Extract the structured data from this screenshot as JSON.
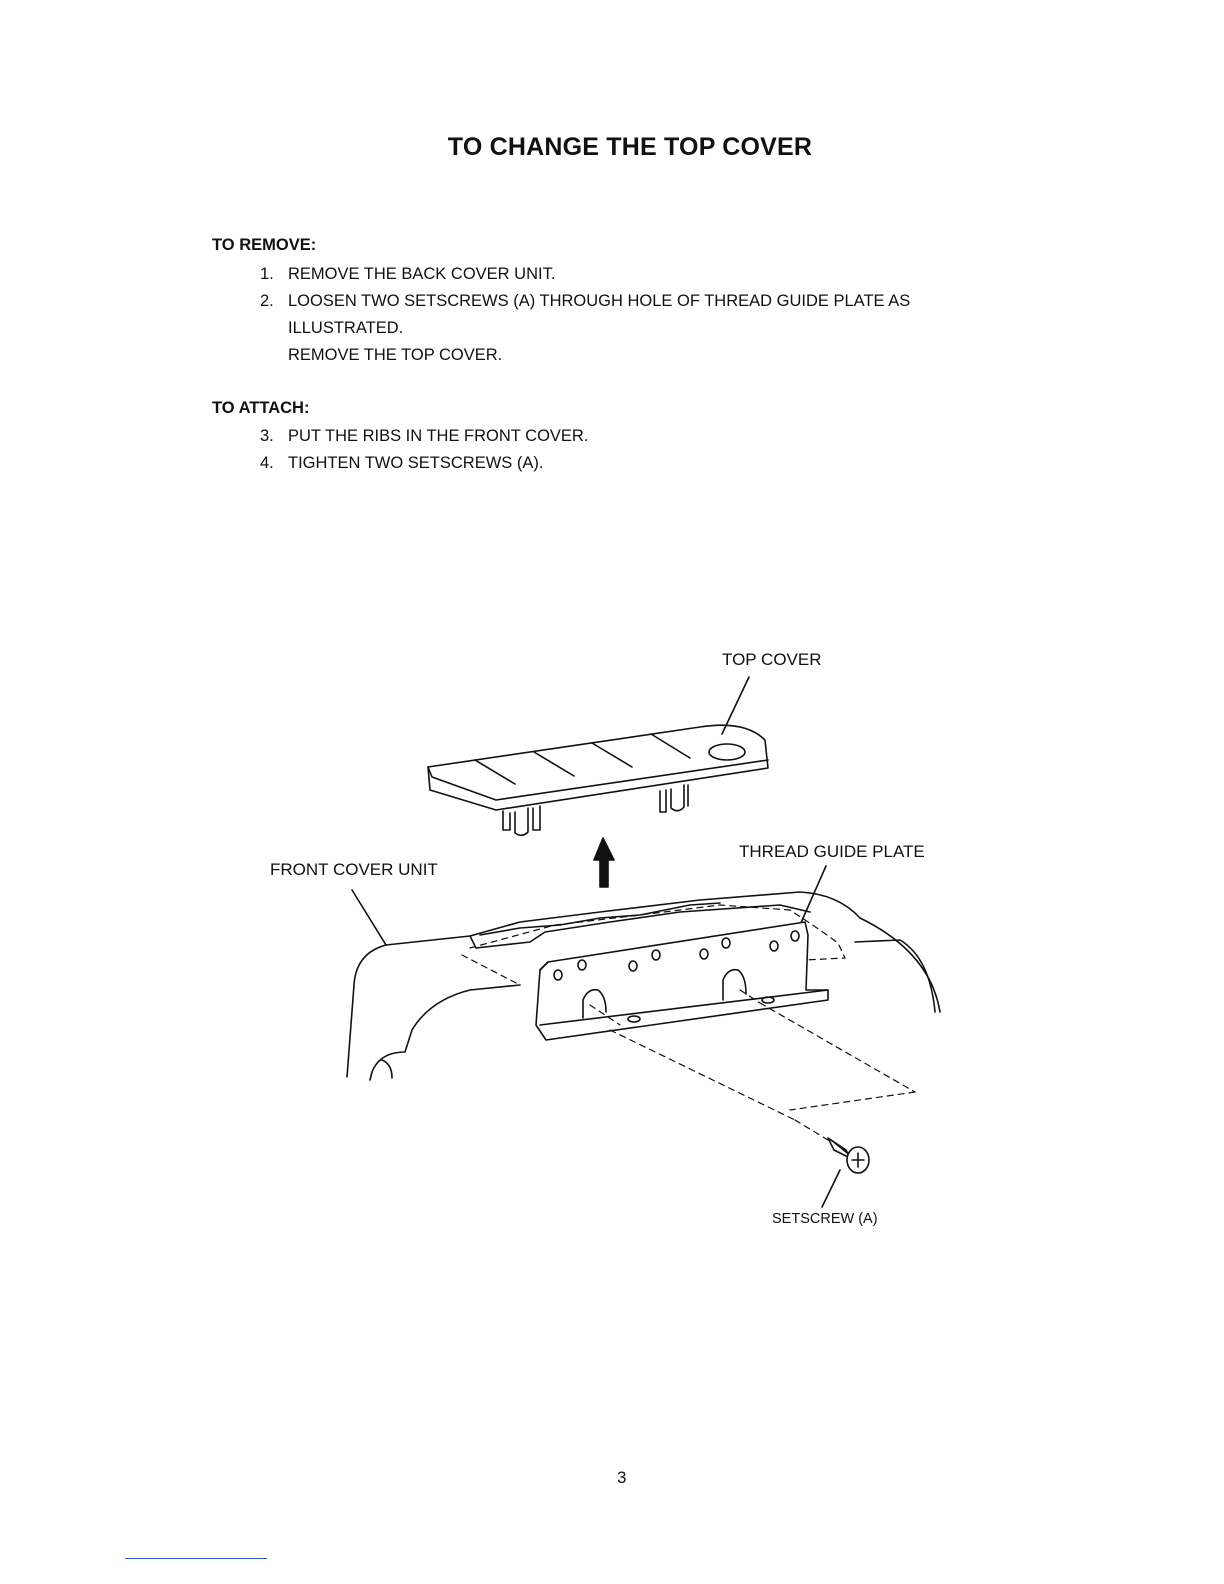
{
  "title": "TO CHANGE THE TOP COVER",
  "remove": {
    "heading": "TO REMOVE:",
    "steps": [
      {
        "num": "1.",
        "text": "REMOVE THE BACK COVER UNIT."
      },
      {
        "num": "2.",
        "text": "LOOSEN TWO SETSCREWS (A) THROUGH HOLE OF THREAD GUIDE PLATE AS",
        "cont": "ILLUSTRATED.",
        "cont2": "REMOVE THE TOP COVER."
      }
    ]
  },
  "attach": {
    "heading": "TO ATTACH:",
    "steps": [
      {
        "num": "3.",
        "text": "PUT THE RIBS IN THE FRONT COVER."
      },
      {
        "num": "4.",
        "text": "TIGHTEN TWO SETSCREWS (A)."
      }
    ]
  },
  "diagram": {
    "labels": {
      "top_cover": "TOP COVER",
      "thread_guide_plate": "THREAD GUIDE PLATE",
      "front_cover_unit": "FRONT COVER UNIT",
      "setscrew": "SETSCREW (A)"
    }
  },
  "page_number": "3"
}
